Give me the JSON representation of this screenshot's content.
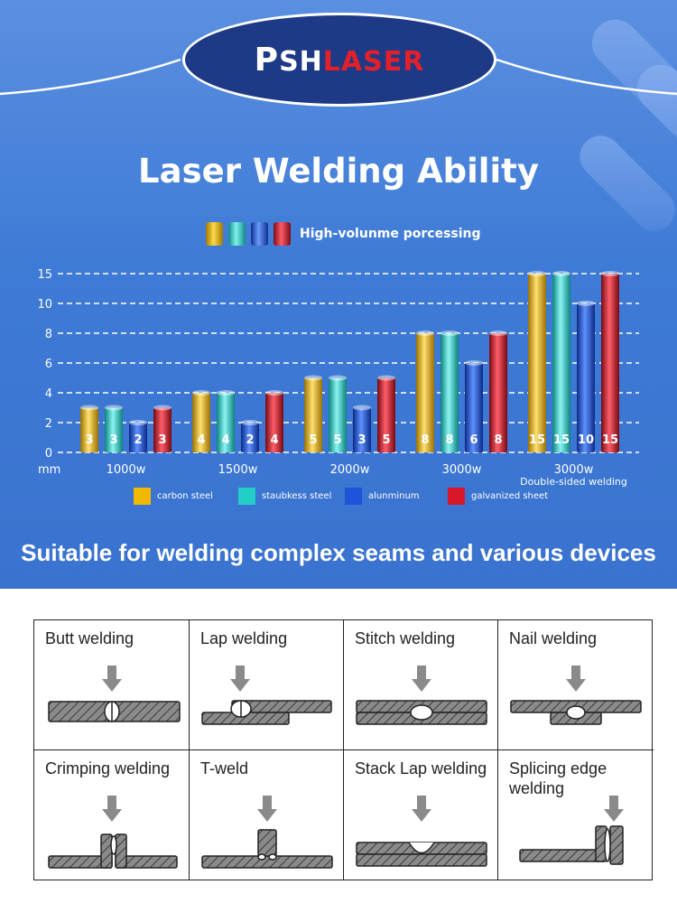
{
  "brand": {
    "p": "P",
    "sh": "SH",
    "laser": "LASER"
  },
  "title": "Laser Welding Ability",
  "legend_top_label": "High-volunme porcessing",
  "subtitle": "Suitable for welding complex seams and various devices",
  "colors": {
    "carbon": "#f0b800",
    "stainless": "#22cfc8",
    "aluminum": "#1e55d8",
    "galvanized": "#d8182a",
    "bg": "#3e7bd6"
  },
  "chart_data": {
    "type": "bar",
    "unit_label": "mm",
    "y_ticks": [
      "0",
      "2",
      "4",
      "6",
      "8",
      "10",
      "15"
    ],
    "categories": [
      "1000w",
      "1500w",
      "2000w",
      "3000w",
      "3000w"
    ],
    "category_notes": [
      "",
      "",
      "",
      "",
      "Double-sided welding"
    ],
    "series": [
      {
        "name": "carbon steel",
        "values": [
          3,
          4,
          5,
          8,
          15
        ]
      },
      {
        "name": "staubkess steel",
        "values": [
          3,
          4,
          5,
          8,
          15
        ]
      },
      {
        "name": "alunminum",
        "values": [
          2,
          2,
          3,
          6,
          10
        ]
      },
      {
        "name": "galvanized sheet",
        "values": [
          3,
          4,
          5,
          8,
          15
        ]
      }
    ],
    "grid": true
  },
  "weld_types": [
    {
      "label": "Butt welding",
      "kind": "butt"
    },
    {
      "label": "Lap welding",
      "kind": "lap"
    },
    {
      "label": "Stitch welding",
      "kind": "stitch"
    },
    {
      "label": "Nail welding",
      "kind": "nail"
    },
    {
      "label": "Crimping welding",
      "kind": "crimp"
    },
    {
      "label": "T-weld",
      "kind": "tweld"
    },
    {
      "label": "Stack Lap welding",
      "kind": "stack"
    },
    {
      "label": "Splicing edge welding",
      "kind": "splice"
    }
  ]
}
